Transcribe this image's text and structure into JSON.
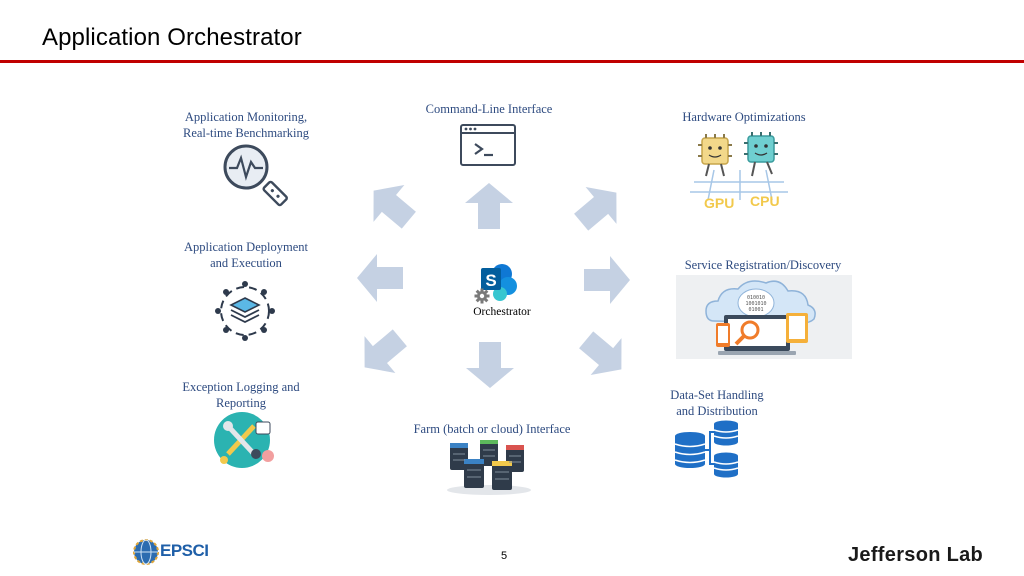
{
  "slide": {
    "title": "Application Orchestrator",
    "page_number": "5"
  },
  "diagram": {
    "center": {
      "label": "Orchestrator",
      "icon": "sharepoint-orchestrator-icon"
    },
    "nodes": [
      {
        "id": "cli",
        "lines": [
          "Command-Line Interface"
        ],
        "icon": "terminal-window-icon"
      },
      {
        "id": "monitoring",
        "lines": [
          "Application Monitoring,",
          "Real-time Benchmarking"
        ],
        "icon": "magnifier-heartbeat-icon"
      },
      {
        "id": "hardware",
        "lines": [
          "Hardware Optimizations"
        ],
        "icon": "gpu-cpu-chips-icon"
      },
      {
        "id": "deployment",
        "lines": [
          "Application Deployment",
          "and Execution"
        ],
        "icon": "layers-network-icon"
      },
      {
        "id": "service",
        "lines": [
          "Service Registration/Discovery"
        ],
        "icon": "cloud-devices-icon"
      },
      {
        "id": "exception",
        "lines": [
          "Exception Logging and",
          "Reporting"
        ],
        "icon": "tools-gears-icon"
      },
      {
        "id": "dataset",
        "lines": [
          "Data-Set Handling",
          "and Distribution"
        ],
        "icon": "databases-icon"
      },
      {
        "id": "farm",
        "lines": [
          "Farm (batch or cloud) Interface"
        ],
        "icon": "server-farm-icon"
      }
    ]
  },
  "logos": {
    "left": "EPSCI",
    "right": "Jefferson Lab"
  },
  "colors": {
    "arrow_fill": "#c5d1e3",
    "title_rule": "#c00000",
    "label_text": "#2e4b80",
    "sharepoint_blue": "#0f78d4"
  }
}
